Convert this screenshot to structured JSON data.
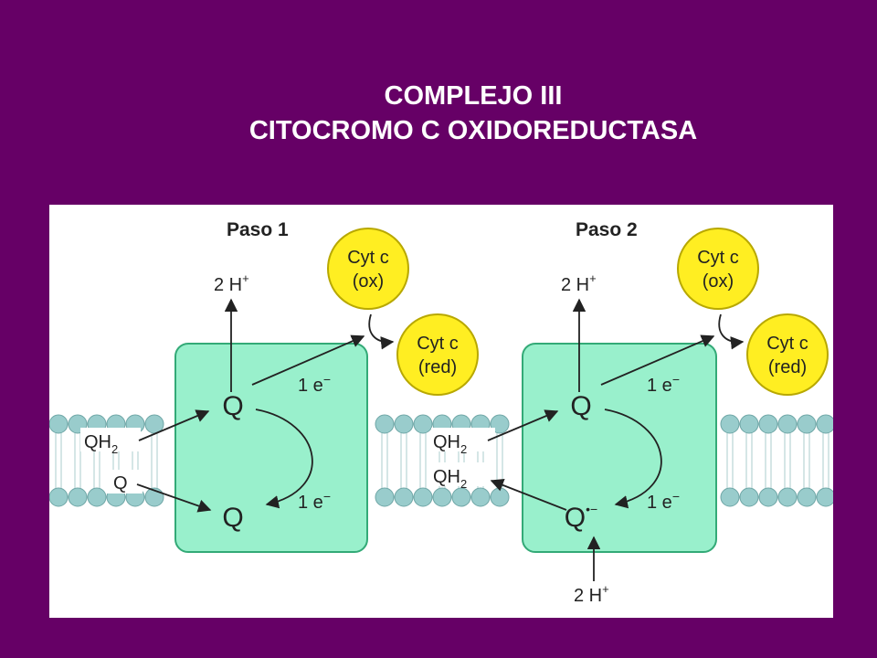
{
  "title": {
    "line1": "COMPLEJO III",
    "line2": "CITOCROMO C OXIDOREDUCTASA"
  },
  "step1": {
    "label": "Paso 1",
    "proton_top": "2 H",
    "proton_sup": "+",
    "cyt_ox": [
      "Cyt c",
      "(ox)"
    ],
    "cyt_red": [
      "Cyt c",
      "(red)"
    ],
    "q_top": "Q",
    "q_bottom": "Q",
    "e_top": "1 e",
    "e_bottom": "1 e",
    "e_sup": "−",
    "qh2_label": "QH",
    "qh2_sub": "2",
    "q_membrane": "Q"
  },
  "step2": {
    "label": "Paso 2",
    "proton_top": "2 H",
    "proton_sup": "+",
    "cyt_ox": [
      "Cyt c",
      "(ox)"
    ],
    "cyt_red": [
      "Cyt c",
      "(red)"
    ],
    "q_top": "Q",
    "q_bottom": "Q",
    "q_bottom_sup": "•−",
    "e_top": "1 e",
    "e_bottom": "1 e",
    "e_sup": "−",
    "qh2_label_1": "QH",
    "qh2_label_2": "QH",
    "qh2_sub": "2",
    "proton_bottom": "2 H",
    "proton_bottom_sup": "+"
  },
  "colors": {
    "background": "#660066",
    "complex_fill": "#99f0cc",
    "complex_stroke": "#33aa77",
    "membrane_bead": "#99cccc",
    "membrane_bead_stroke": "#6fa6a6",
    "cyt_fill": "#ffee22",
    "cyt_stroke": "#b8a800"
  }
}
